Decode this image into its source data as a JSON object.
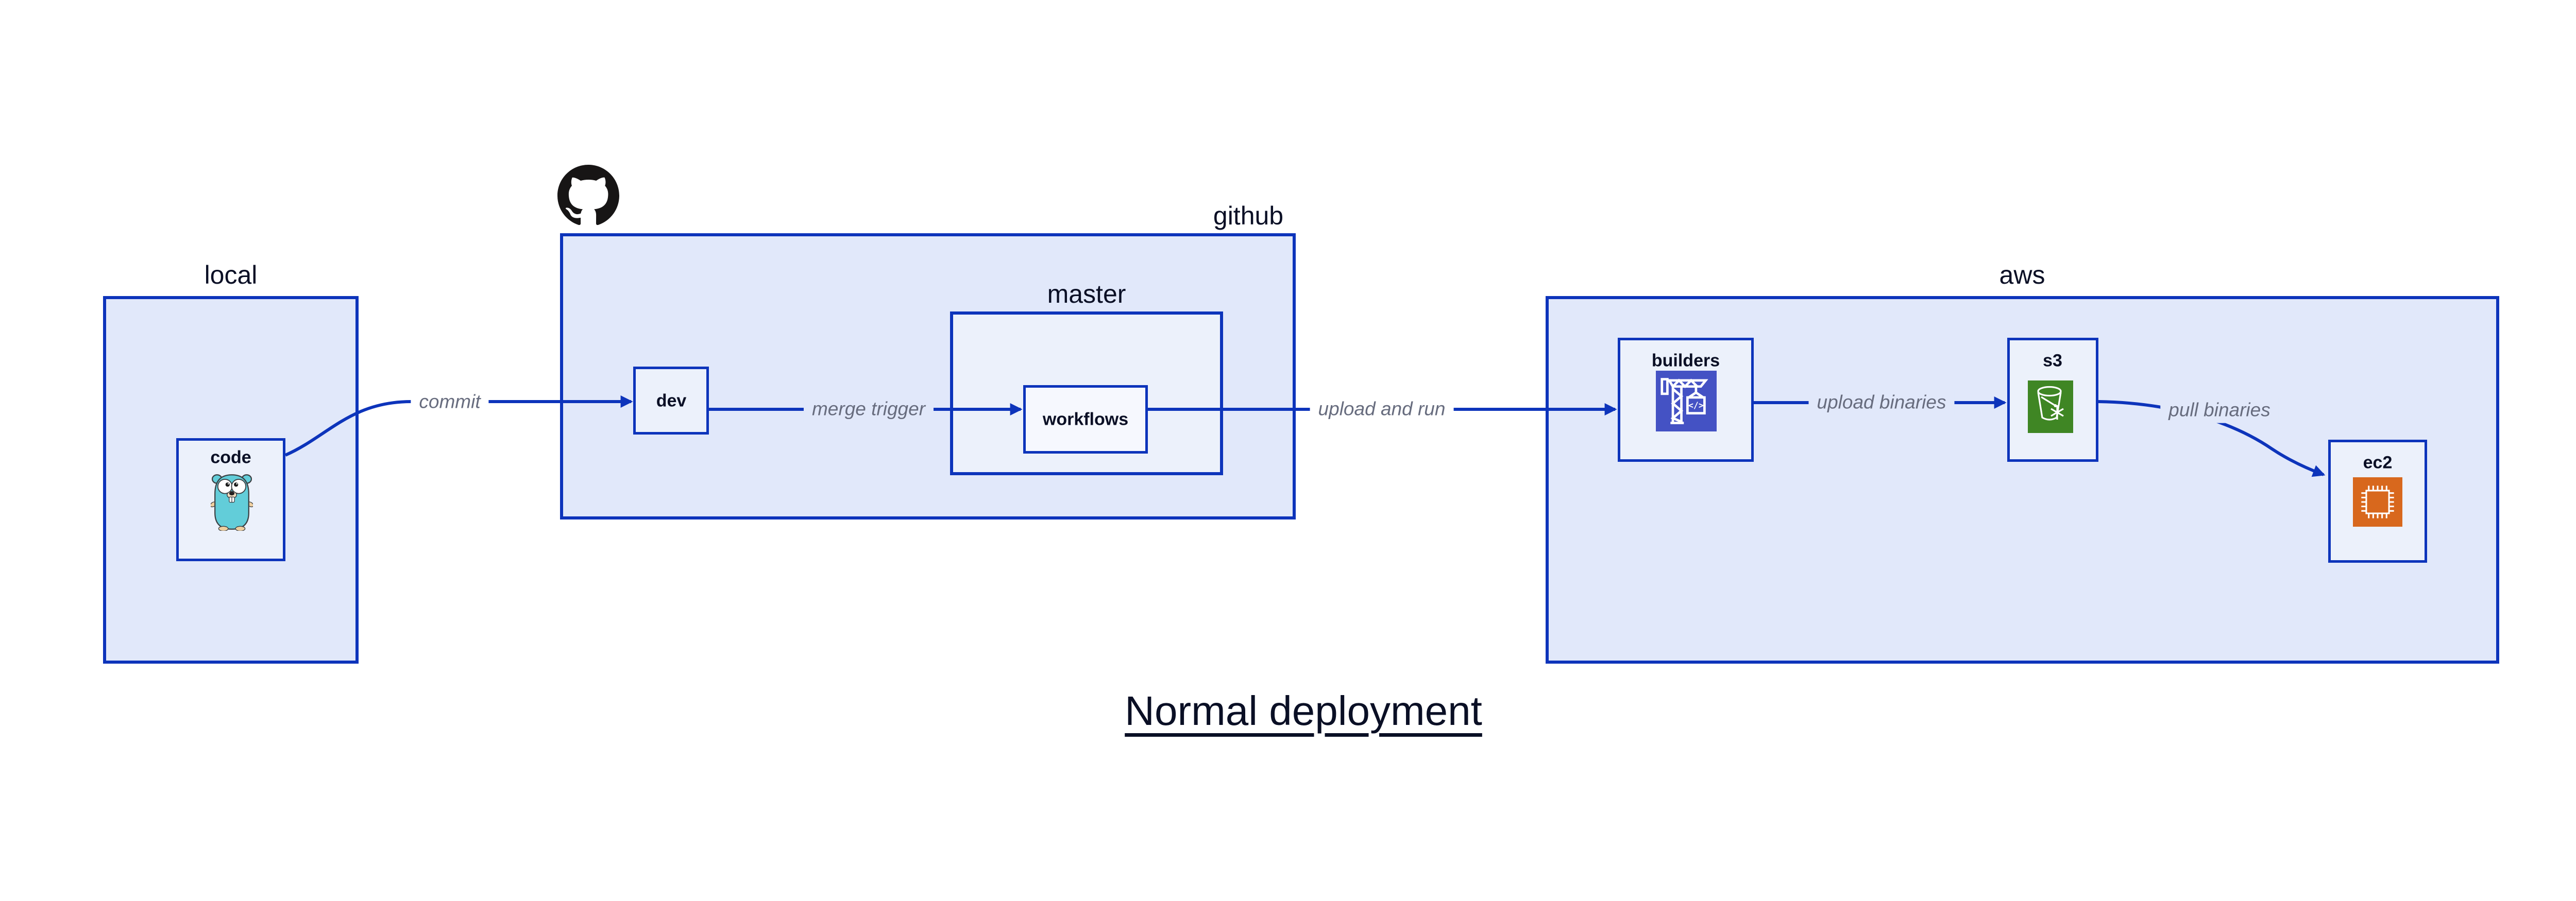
{
  "diagram": {
    "title": "Normal deployment",
    "containers": {
      "local": {
        "label": "local"
      },
      "github": {
        "label": "github",
        "icon": "github-octocat-icon"
      },
      "master": {
        "label": "master"
      },
      "aws": {
        "label": "aws"
      }
    },
    "nodes": {
      "code": {
        "label": "code",
        "icon": "go-gopher-icon"
      },
      "dev": {
        "label": "dev"
      },
      "workflows": {
        "label": "workflows"
      },
      "builders": {
        "label": "builders",
        "icon": "codebuild-crane-icon"
      },
      "s3": {
        "label": "s3",
        "icon": "s3-glacier-bucket-icon"
      },
      "ec2": {
        "label": "ec2",
        "icon": "ec2-chip-icon"
      }
    },
    "edges": {
      "commit": {
        "label": "commit",
        "from": "code",
        "to": "dev"
      },
      "merge_trigger": {
        "label": "merge trigger",
        "from": "dev",
        "to": "workflows"
      },
      "upload_and_run": {
        "label": "upload and run",
        "from": "workflows",
        "to": "builders"
      },
      "upload_binaries": {
        "label": "upload binaries",
        "from": "builders",
        "to": "s3"
      },
      "pull_binaries": {
        "label": "pull binaries",
        "from": "s3",
        "to": "ec2"
      }
    },
    "colors": {
      "stroke": "#0D34BB",
      "container_fill": "#E1E8FA",
      "node_fill": "#ECF1FB",
      "nested_node_fill": "#F6F8FE",
      "text": "#0A0F25",
      "edge_label": "#676C7E",
      "codebuild_bg": "#4452C4",
      "s3_bg": "#3F8624",
      "ec2_bg": "#D8681D",
      "octocat": "#171515",
      "gopher_body": "#62CDD9"
    }
  }
}
